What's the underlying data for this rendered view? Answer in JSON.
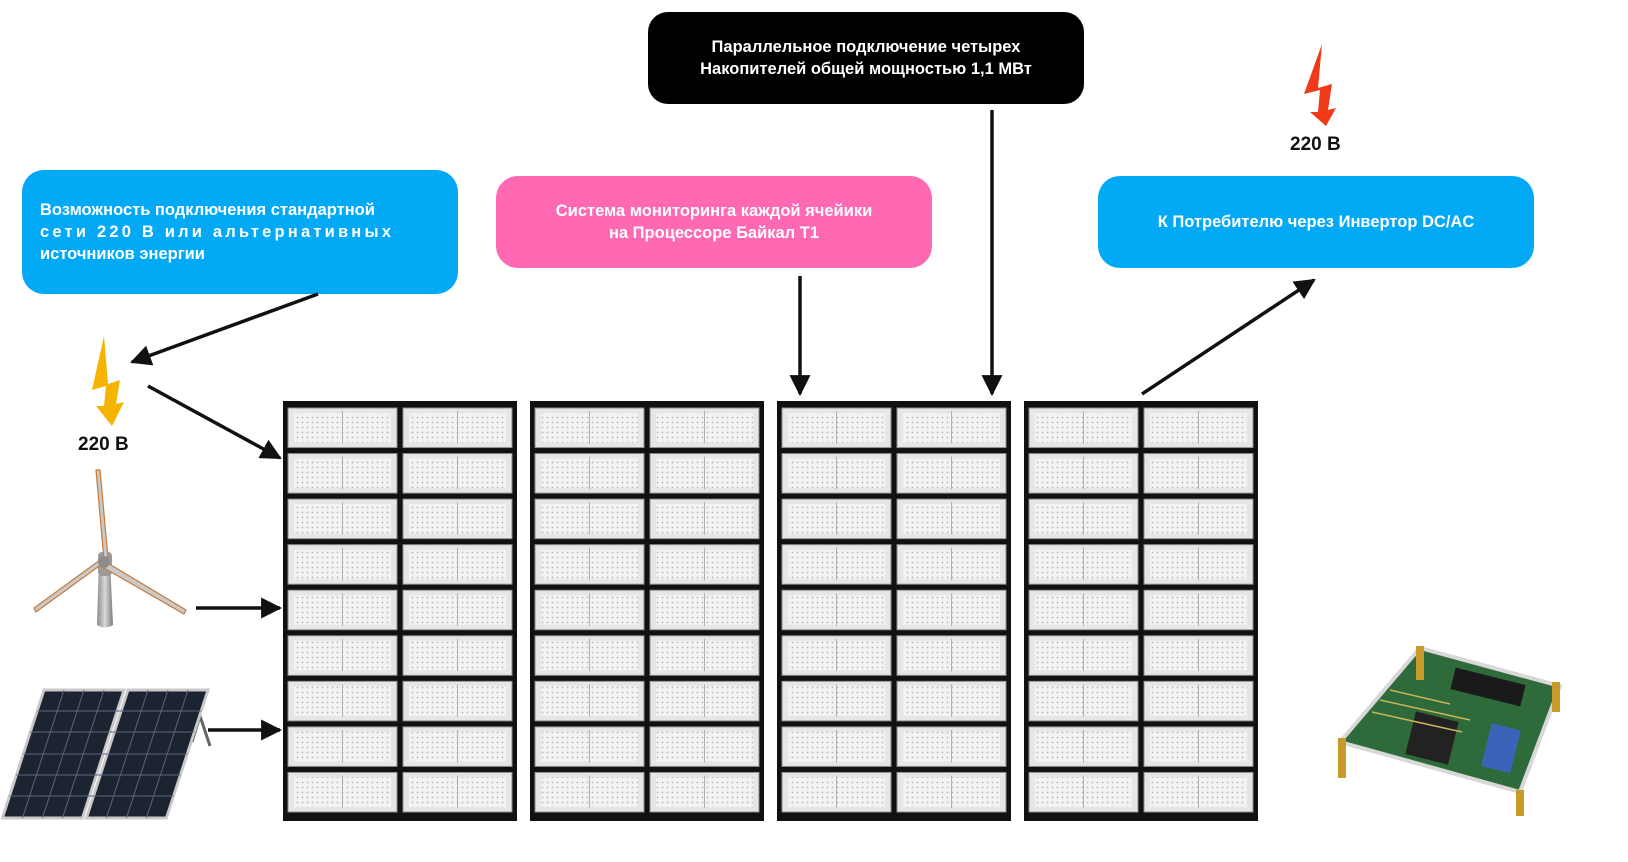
{
  "callouts": {
    "grid_sources": {
      "lines": [
        "Возможность подключения стандартной",
        "сети 220 В или альтернативных",
        "источников энергии"
      ]
    },
    "monitoring": {
      "lines": [
        "Система мониторинга каждой ячейики",
        "на Процессоре Байкал Т1"
      ]
    },
    "parallel": {
      "lines": [
        "Параллельное подключение четырех",
        "Накопителей общей мощностью 1,1 МВт"
      ]
    },
    "consumer": {
      "lines": [
        "К Потребителю через Инвертор DC/AC"
      ]
    }
  },
  "voltage_left": "220 В",
  "voltage_right": "220 В",
  "colors": {
    "callout_blue": "#03a9f4",
    "callout_pink": "#ff69b4",
    "callout_black": "#000000",
    "bolt_left": "#f5b400",
    "bolt_right": "#f03a1a"
  },
  "icons": {
    "bolt_left": "lightning-bolt-yellow-icon",
    "bolt_right": "lightning-bolt-red-icon",
    "wind_turbine": "wind-turbine-icon",
    "solar_panel": "solar-panel-icon",
    "circuit_board": "circuit-board-icon"
  },
  "racks": {
    "count": 4,
    "modules_per_rack": 9
  }
}
